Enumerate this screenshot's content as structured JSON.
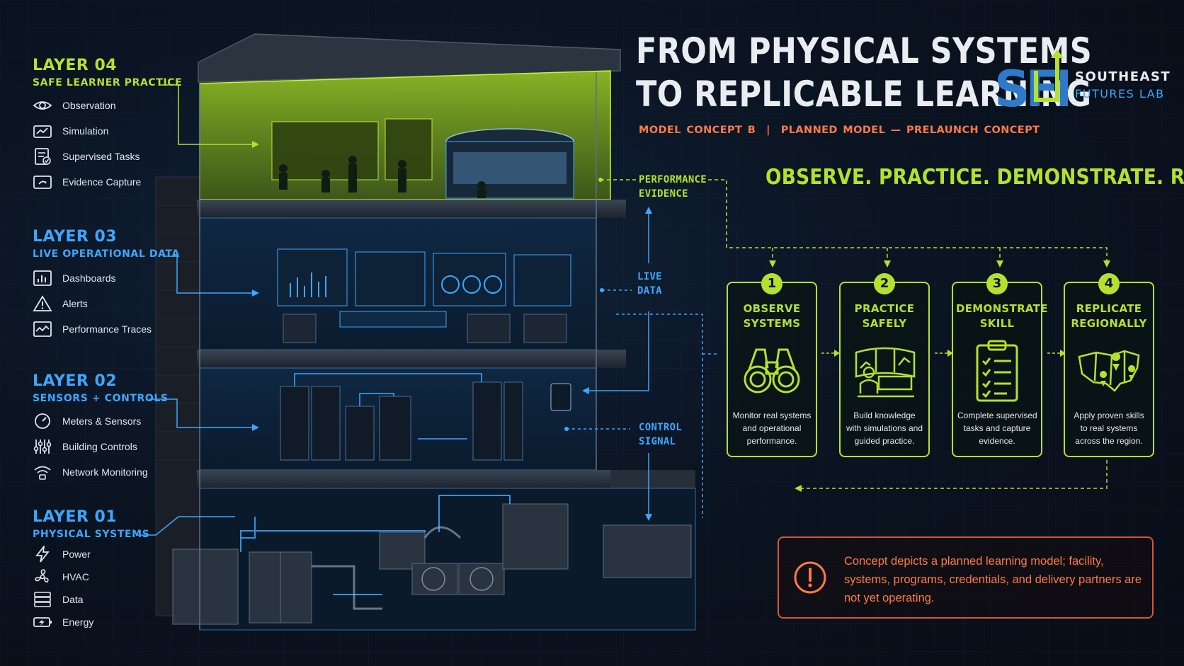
{
  "header": {
    "title_line1": "FROM PHYSICAL SYSTEMS",
    "title_line2": "TO REPLICABLE LEARNING",
    "subtitle": "MODEL CONCEPT B  |  PLANNED MODEL — PRELAUNCH CONCEPT",
    "tagline": "OBSERVE. PRACTICE. DEMONSTRATE. REPLICATE."
  },
  "brand": {
    "logo_text": "SFL",
    "name": "SOUTHEAST",
    "sub": "FUTURES LAB"
  },
  "layers": [
    {
      "title": "LAYER 04",
      "subtitle": "SAFE LEARNER PRACTICE",
      "items": [
        {
          "label": "Observation",
          "icon": "eye-icon"
        },
        {
          "label": "Simulation",
          "icon": "simulation-icon"
        },
        {
          "label": "Supervised Tasks",
          "icon": "checklist-icon"
        },
        {
          "label": "Evidence Capture",
          "icon": "camera-icon"
        }
      ]
    },
    {
      "title": "LAYER 03",
      "subtitle": "LIVE OPERATIONAL DATA",
      "items": [
        {
          "label": "Dashboards",
          "icon": "bar-chart-icon"
        },
        {
          "label": "Alerts",
          "icon": "alert-icon"
        },
        {
          "label": "Performance Traces",
          "icon": "trace-icon"
        }
      ]
    },
    {
      "title": "LAYER 02",
      "subtitle": "SENSORS + CONTROLS",
      "items": [
        {
          "label": "Meters & Sensors",
          "icon": "gauge-icon"
        },
        {
          "label": "Building Controls",
          "icon": "sliders-icon"
        },
        {
          "label": "Network Monitoring",
          "icon": "network-icon"
        }
      ]
    },
    {
      "title": "LAYER 01",
      "subtitle": "PHYSICAL SYSTEMS",
      "items": [
        {
          "label": "Power",
          "icon": "bolt-icon"
        },
        {
          "label": "HVAC",
          "icon": "fan-icon"
        },
        {
          "label": "Data",
          "icon": "server-icon"
        },
        {
          "label": "Energy",
          "icon": "battery-icon"
        }
      ]
    }
  ],
  "flow": {
    "performance_evidence": "PERFORMANCE\nEVIDENCE",
    "live_data": "LIVE\nDATA",
    "control_signal": "CONTROL\nSIGNAL"
  },
  "steps": [
    {
      "num": "1",
      "title": "OBSERVE\nSYSTEMS",
      "desc": "Monitor real systems\nand operational\nperformance.",
      "icon": "binoculars-icon"
    },
    {
      "num": "2",
      "title": "PRACTICE\nSAFELY",
      "desc": "Build knowledge\nwith simulations and\nguided practice.",
      "icon": "workstation-icon"
    },
    {
      "num": "3",
      "title": "DEMONSTRATE\nSKILL",
      "desc": "Complete supervised\ntasks and capture\nevidence.",
      "icon": "clipboard-icon"
    },
    {
      "num": "4",
      "title": "REPLICATE\nREGIONALLY",
      "desc": "Apply proven skills\nto real systems\nacross the region.",
      "icon": "map-icon"
    }
  ],
  "disclaimer": {
    "text": "Concept depicts a  planned learning model; facility, systems, programs, credentials, and delivery partners are not yet operating."
  },
  "colors": {
    "lime": "#b4e12d",
    "blue": "#3ea6ff",
    "orange": "#ff7a45",
    "background": "#0a111c"
  }
}
